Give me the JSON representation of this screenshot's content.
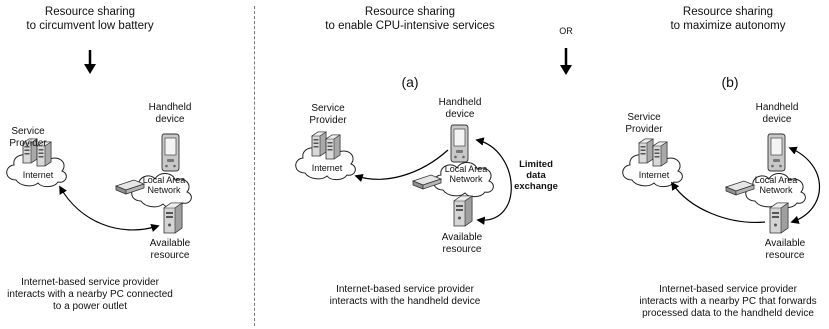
{
  "diagram": {
    "left": {
      "heading": "Resource sharing\nto circumvent low battery",
      "service_provider": "Service\nProvider",
      "internet": "Internet",
      "handheld": "Handheld\ndevice",
      "lan": "Local Area\nNetwork",
      "resource": "Available\nresource",
      "caption": "Internet-based service provider\ninteracts with a nearby PC connected\nto a power outlet"
    },
    "middle": {
      "heading": "Resource sharing\nto enable CPU-intensive services",
      "or_label": "OR",
      "panel_label": "(a)",
      "service_provider": "Service\nProvider",
      "internet": "Internet",
      "handheld": "Handheld\ndevice",
      "lan": "Local Area\nNetwork",
      "resource": "Available\nresource",
      "exchange": "Limited\ndata\nexchange",
      "caption": "Internet-based service provider\ninteracts with the handheld device"
    },
    "right": {
      "heading": "Resource sharing\nto maximize autonomy",
      "panel_label": "(b)",
      "service_provider": "Service\nProvider",
      "internet": "Internet",
      "handheld": "Handheld\ndevice",
      "lan": "Local Area\nNetwork",
      "resource": "Available\nresource",
      "caption": "Internet-based service provider\ninteracts with a nearby PC that forwards\nprocessed data to the handheld device"
    }
  }
}
